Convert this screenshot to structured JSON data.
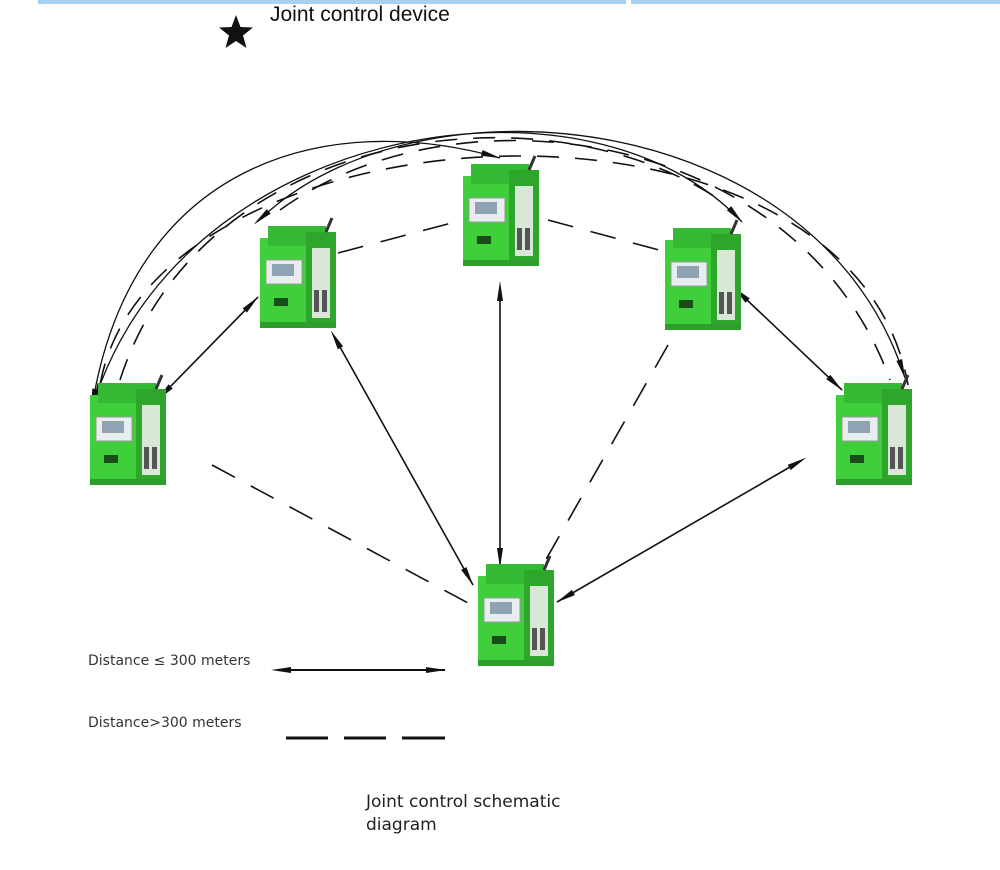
{
  "header": {
    "title": "Joint control device",
    "marker_icon": "star-icon"
  },
  "legend": {
    "items": [
      {
        "label": "Distance ≤ 300 meters",
        "line_style": "solid-double-arrow"
      },
      {
        "label": "Distance>300 meters",
        "line_style": "dashed"
      }
    ]
  },
  "caption": {
    "line1": "Joint control schematic",
    "line2": "diagram"
  },
  "devices": [
    {
      "id": "far-left",
      "icon": "welding-machine-icon"
    },
    {
      "id": "left",
      "icon": "welding-machine-icon"
    },
    {
      "id": "top-center",
      "icon": "welding-machine-icon"
    },
    {
      "id": "right",
      "icon": "welding-machine-icon"
    },
    {
      "id": "far-right",
      "icon": "welding-machine-icon"
    },
    {
      "id": "bottom-center",
      "icon": "welding-machine-icon"
    }
  ],
  "connections": [
    {
      "from": "far-left",
      "to": "left",
      "type": "solid"
    },
    {
      "from": "left",
      "to": "bottom-center",
      "type": "solid"
    },
    {
      "from": "top-center",
      "to": "bottom-center",
      "type": "solid"
    },
    {
      "from": "far-right",
      "to": "bottom-center",
      "type": "solid"
    },
    {
      "from": "right",
      "to": "far-right",
      "type": "solid"
    },
    {
      "from": "far-left",
      "to": "bottom-center",
      "type": "dashed"
    },
    {
      "from": "right",
      "to": "bottom-center",
      "type": "dashed"
    },
    {
      "from": "left",
      "to": "top-center",
      "type": "dashed"
    },
    {
      "from": "top-center",
      "to": "right",
      "type": "dashed"
    },
    {
      "from": "far-left",
      "to": "top-center",
      "type": "solid-arc"
    },
    {
      "from": "far-left",
      "to": "right",
      "type": "solid-arc"
    },
    {
      "from": "left",
      "to": "far-right",
      "type": "solid-arc"
    },
    {
      "from": "far-left",
      "to": "far-right",
      "type": "dashed-arc"
    },
    {
      "from": "left",
      "to": "right",
      "type": "dashed-arc"
    }
  ],
  "colors": {
    "device_green": "#3fcf3a",
    "line": "#111111",
    "top_bar": "#a7d1f2"
  }
}
